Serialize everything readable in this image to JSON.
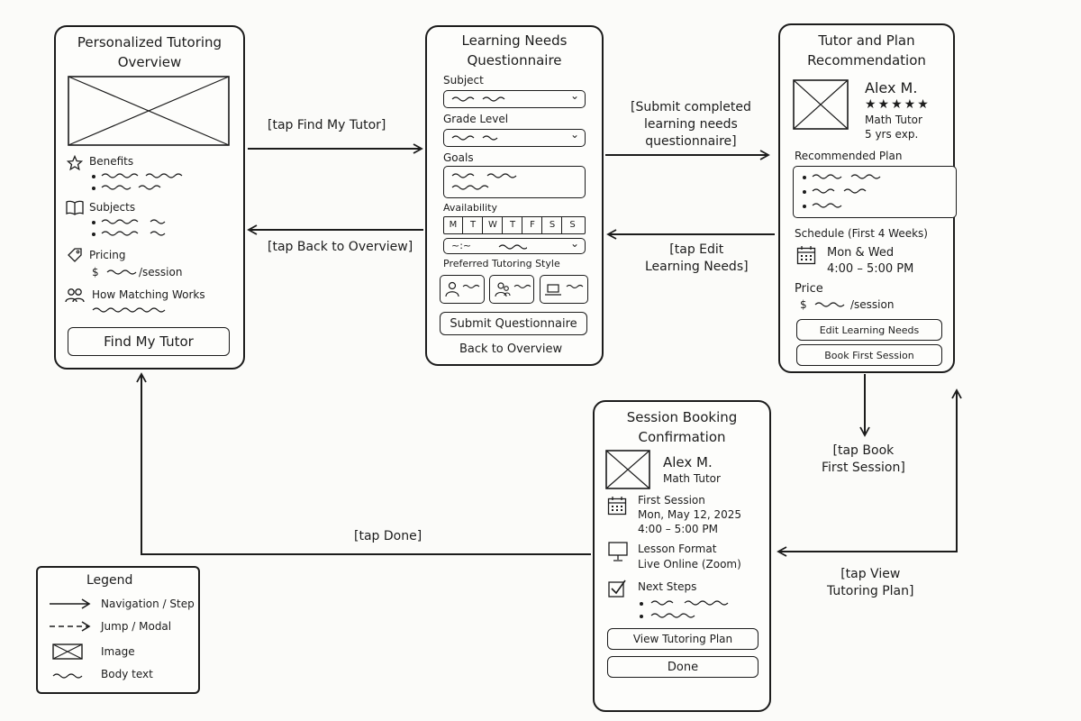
{
  "screens": {
    "overview": {
      "title_line1": "Personalized Tutoring",
      "title_line2": "Overview",
      "benefits_label": "Benefits",
      "subjects_label": "Subjects",
      "pricing_label": "Pricing",
      "price_prefix": "$",
      "price_suffix": "/session",
      "how_label": "How Matching Works",
      "find_button": "Find My Tutor",
      "icons": [
        "star-icon",
        "book-icon",
        "tag-icon",
        "people-icon"
      ]
    },
    "questionnaire": {
      "title_line1": "Learning Needs",
      "title_line2": "Questionnaire",
      "subject_label": "Subject",
      "grade_label": "Grade Level",
      "goals_label": "Goals",
      "availability_label": "Availability",
      "days": [
        "M",
        "T",
        "W",
        "T",
        "F",
        "S",
        "S"
      ],
      "time_placeholder": "~:~",
      "style_label": "Preferred Tutoring Style",
      "submit_button": "Submit Questionnaire",
      "back_link": "Back to Overview"
    },
    "recommendation": {
      "title_line1": "Tutor and Plan",
      "title_line2": "Recommendation",
      "tutor_name": "Alex M.",
      "rating": "★★★★★",
      "tutor_role": "Math Tutor",
      "tutor_exp": "5 yrs exp.",
      "plan_label": "Recommended Plan",
      "schedule_label": "Schedule (First 4 Weeks)",
      "schedule_days": "Mon & Wed",
      "schedule_time": "4:00 – 5:00 PM",
      "price_label": "Price",
      "price_prefix": "$",
      "price_suffix": "/session",
      "edit_button": "Edit Learning Needs",
      "book_button": "Book First Session"
    },
    "confirmation": {
      "title_line1": "Session Booking",
      "title_line2": "Confirmation",
      "tutor_name": "Alex M.",
      "tutor_role": "Math Tutor",
      "first_session_label": "First Session",
      "session_date": "Mon, May 12, 2025",
      "session_time": "4:00 – 5:00 PM",
      "format_label": "Lesson Format",
      "format_value": "Live Online (Zoom)",
      "next_label": "Next Steps",
      "view_button": "View Tutoring Plan",
      "done_button": "Done"
    }
  },
  "edges": {
    "find_tutor": "[tap Find My Tutor]",
    "back_overview": "[tap Back to Overview]",
    "submit_line1": "[Submit completed",
    "submit_line2": "learning needs",
    "submit_line3": "questionnaire]",
    "edit_line1": "[tap Edit",
    "edit_line2": "Learning Needs]",
    "book_line1": "[tap Book",
    "book_line2": "First Session]",
    "view_line1": "[tap View",
    "view_line2": "Tutoring Plan]",
    "done": "[tap Done]"
  },
  "legend": {
    "title": "Legend",
    "navigation": "Navigation / Step",
    "jump": "Jump / Modal",
    "image": "Image",
    "body_text": "Body text"
  }
}
